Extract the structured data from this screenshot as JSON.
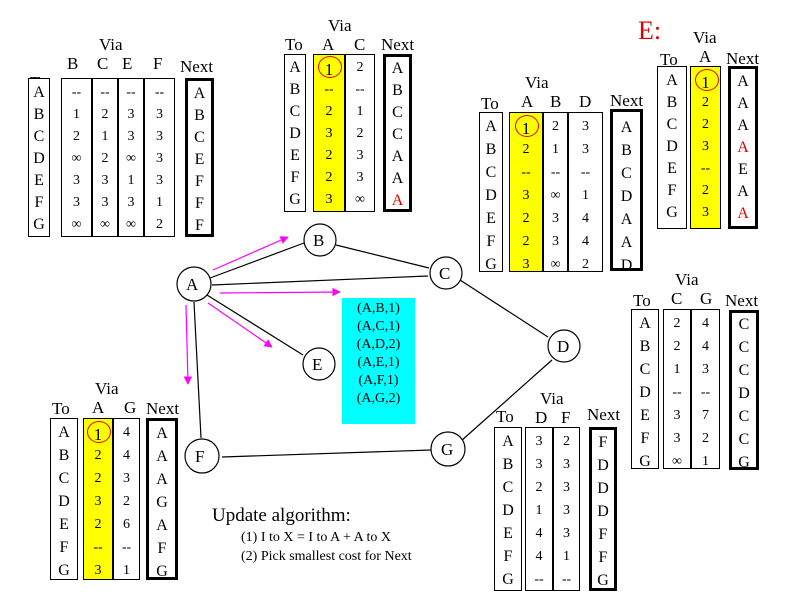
{
  "nodes": {
    "A": "A",
    "B": "B",
    "C": "C",
    "D": "D",
    "E": "E",
    "F": "F",
    "G": "G"
  },
  "routes": [
    "(A,B,1)",
    "(A,C,1)",
    "(A,D,2)",
    "(A,E,1)",
    "(A,F,1)",
    "(A,G,2)"
  ],
  "update": {
    "title": "Update algorithm:",
    "step1": "(1) I to X = I to A + A to X",
    "step2": "(2) Pick smallest cost for Next"
  },
  "e_label": "E:",
  "colors": {
    "highlight": "#ffff00",
    "routes_bg": "#00ffff",
    "arrow": "#ff00ff",
    "update": "#e00000",
    "circle": "#e00000"
  },
  "tables": [
    {
      "id": "tA",
      "to_label": "To",
      "via_label": "Via",
      "next_label": "Next",
      "dest": [
        "A",
        "B",
        "C",
        "D",
        "E",
        "F",
        "G"
      ],
      "headers": [
        "B",
        "C",
        "E",
        "F"
      ],
      "cols": [
        [
          "--",
          "1",
          "2",
          "∞",
          "3",
          "3",
          "∞"
        ],
        [
          "--",
          "2",
          "1",
          "2",
          "3",
          "3",
          "∞"
        ],
        [
          "--",
          "3",
          "3",
          "∞",
          "1",
          "3",
          "∞"
        ],
        [
          "--",
          "3",
          "3",
          "3",
          "3",
          "1",
          "2"
        ]
      ],
      "next": [
        "A",
        "B",
        "C",
        "E",
        "F",
        "F",
        "F"
      ],
      "red": [],
      "hl": -1,
      "circle": false
    },
    {
      "id": "tB",
      "to_label": "To",
      "via_label": "Via",
      "next_label": "Next",
      "dest": [
        "A",
        "B",
        "C",
        "D",
        "E",
        "F",
        "G"
      ],
      "headers": [
        "A",
        "C"
      ],
      "cols": [
        [
          "1",
          "--",
          "2",
          "3",
          "2",
          "2",
          "3"
        ],
        [
          "2",
          "--",
          "1",
          "2",
          "3",
          "3",
          "∞"
        ]
      ],
      "next": [
        "A",
        "B",
        "C",
        "C",
        "A",
        "A",
        "A"
      ],
      "red": [
        6
      ],
      "hl": 0,
      "circle": true
    },
    {
      "id": "tC",
      "to_label": "To",
      "via_label": "Via",
      "next_label": "Next",
      "dest": [
        "A",
        "B",
        "C",
        "D",
        "E",
        "F",
        "G"
      ],
      "headers": [
        "A",
        "B",
        "D"
      ],
      "cols": [
        [
          "1",
          "2",
          "--",
          "3",
          "2",
          "2",
          "3"
        ],
        [
          "2",
          "1",
          "--",
          "∞",
          "3",
          "3",
          "∞"
        ],
        [
          "3",
          "3",
          "--",
          "1",
          "4",
          "4",
          "2"
        ]
      ],
      "next": [
        "A",
        "B",
        "C",
        "D",
        "A",
        "A",
        "D"
      ],
      "red": [],
      "hl": 0,
      "circle": true
    },
    {
      "id": "tE",
      "to_label": "To",
      "via_label": "Via",
      "next_label": "Next",
      "dest": [
        "A",
        "B",
        "C",
        "D",
        "E",
        "F",
        "G"
      ],
      "headers": [
        "A"
      ],
      "cols": [
        [
          "1",
          "2",
          "2",
          "3",
          "--",
          "2",
          "3"
        ]
      ],
      "next": [
        "A",
        "A",
        "A",
        "A",
        "E",
        "A",
        "A"
      ],
      "red": [
        3,
        6
      ],
      "hl": 0,
      "circle": true
    },
    {
      "id": "tD",
      "to_label": "To",
      "via_label": "Via",
      "next_label": "Next",
      "dest": [
        "A",
        "B",
        "C",
        "D",
        "E",
        "F",
        "G"
      ],
      "headers": [
        "C",
        "G"
      ],
      "cols": [
        [
          "2",
          "2",
          "1",
          "--",
          "3",
          "3",
          "∞"
        ],
        [
          "4",
          "4",
          "3",
          "--",
          "7",
          "2",
          "1"
        ]
      ],
      "next": [
        "C",
        "C",
        "C",
        "D",
        "C",
        "C",
        "G"
      ],
      "red": [],
      "hl": -1,
      "circle": false
    },
    {
      "id": "tF",
      "to_label": "To",
      "via_label": "Via",
      "next_label": "Next",
      "dest": [
        "A",
        "B",
        "C",
        "D",
        "E",
        "F",
        "G"
      ],
      "headers": [
        "A",
        "G"
      ],
      "cols": [
        [
          "1",
          "2",
          "2",
          "3",
          "2",
          "--",
          "3"
        ],
        [
          "4",
          "4",
          "3",
          "2",
          "6",
          "--",
          "1"
        ]
      ],
      "next": [
        "A",
        "A",
        "A",
        "G",
        "A",
        "F",
        "G"
      ],
      "red": [],
      "hl": 0,
      "circle": true
    },
    {
      "id": "tG",
      "to_label": "To",
      "via_label": "Via",
      "next_label": "Next",
      "dest": [
        "A",
        "B",
        "C",
        "D",
        "E",
        "F",
        "G"
      ],
      "headers": [
        "D",
        "F"
      ],
      "cols": [
        [
          "3",
          "3",
          "2",
          "1",
          "4",
          "4",
          "--"
        ],
        [
          "2",
          "3",
          "3",
          "3",
          "3",
          "1",
          "--"
        ]
      ],
      "next": [
        "F",
        "D",
        "D",
        "D",
        "F",
        "F",
        "G"
      ],
      "red": [],
      "hl": -1,
      "circle": false
    }
  ]
}
